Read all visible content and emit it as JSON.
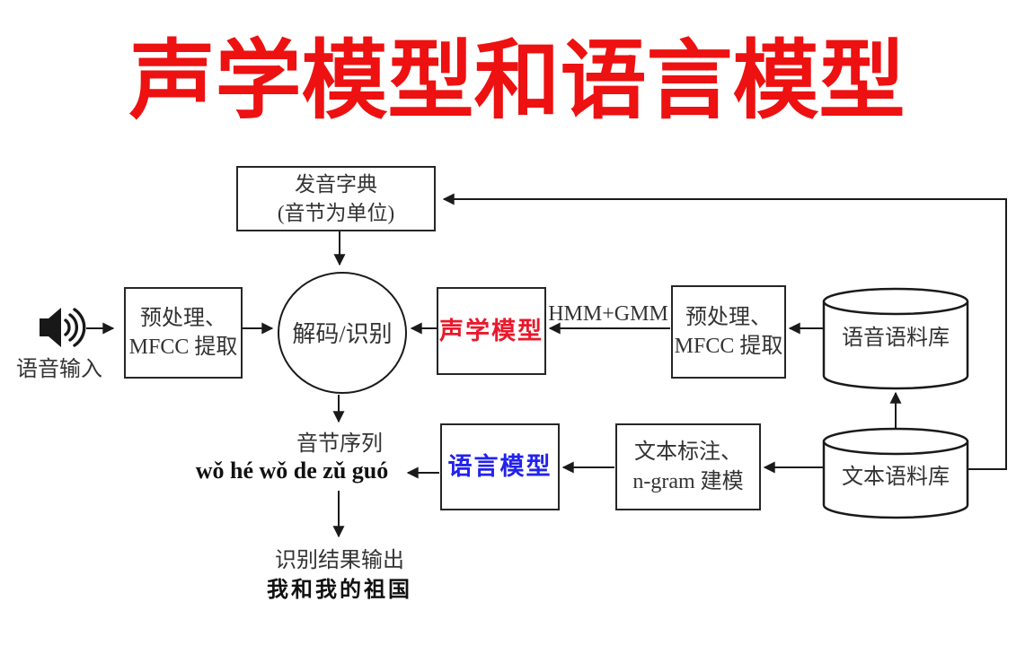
{
  "title": {
    "text": "声学模型和语言模型",
    "color": "#ed1111"
  },
  "nodes": {
    "dictionary": {
      "line1": "发音字典",
      "line2": "(音节为单位)"
    },
    "preprocess_left": {
      "line1": "预处理、",
      "line2": "MFCC 提取"
    },
    "decoder": {
      "label": "解码/识别"
    },
    "acoustic_model": {
      "label": "声学模型",
      "color": "#e8192c"
    },
    "preprocess_right": {
      "line1": "预处理、",
      "line2": "MFCC 提取"
    },
    "speech_corpus": {
      "label": "语音语料库"
    },
    "language_model": {
      "label": "语言模型",
      "color": "#2222ee"
    },
    "ngram": {
      "line1": "文本标注、",
      "line2": "n-gram 建模"
    },
    "text_corpus": {
      "label": "文本语料库"
    }
  },
  "labels": {
    "speech_input": "语音输入",
    "hmm_gmm": "HMM+GMM",
    "syllable_sequence": "音节序列",
    "pinyin": "wǒ hé wǒ de zǔ guó",
    "output_title": "识别结果输出",
    "output_result": "我和我的祖国"
  },
  "icons": {
    "speaker": "speaker-with-sound-waves"
  },
  "colors": {
    "line": "#1a1a1a",
    "box_border": "#262626",
    "title_red": "#ed1111",
    "acoustic_red": "#e8192c",
    "language_blue": "#2222ee"
  }
}
